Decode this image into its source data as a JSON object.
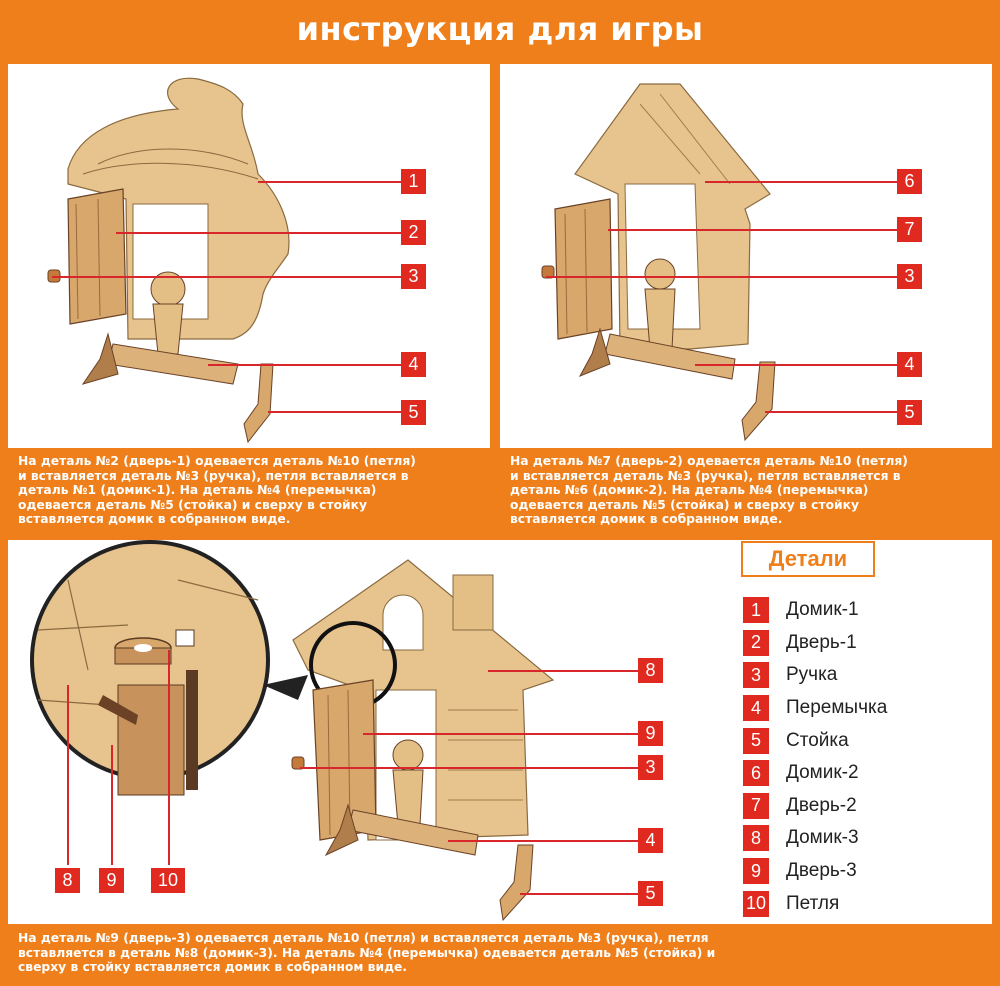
{
  "title": "инструкция для игры",
  "panel1": {
    "callouts": [
      "1",
      "2",
      "3",
      "4",
      "5"
    ],
    "description": [
      "На деталь №2 (дверь-1) одевается деталь №10 (петля)",
      "и вставляется деталь №3 (ручка), петля вставляется в",
      "деталь №1 (домик-1). На деталь №4 (перемычка)",
      "одевается деталь №5 (стойка) и сверху в стойку",
      "вставляется домик в собранном виде."
    ]
  },
  "panel2": {
    "callouts": [
      "6",
      "7",
      "3",
      "4",
      "5"
    ],
    "description": [
      "На деталь №7 (дверь-2) одевается деталь №10 (петля)",
      "и вставляется деталь №3 (ручка), петля вставляется в",
      "деталь №6 (домик-2). На деталь №4 (перемычка)",
      "одевается деталь №5 (стойка) и сверху в стойку",
      "вставляется домик в собранном виде."
    ]
  },
  "panel3": {
    "callouts": [
      "8",
      "9",
      "3",
      "4",
      "5"
    ],
    "zoom_callouts": [
      "8",
      "9",
      "10"
    ],
    "description": [
      "На деталь №9 (дверь-3) одевается деталь №10 (петля) и вставляется деталь №3 (ручка), петля",
      "вставляется в деталь №8 (домик-3). На деталь №4 (перемычка) одевается деталь №5 (стойка) и",
      "сверху в стойку вставляется домик в собранном виде."
    ]
  },
  "details": {
    "title": "Детали",
    "items": [
      {
        "num": "1",
        "name": "Домик-1"
      },
      {
        "num": "2",
        "name": "Дверь-1"
      },
      {
        "num": "3",
        "name": "Ручка"
      },
      {
        "num": "4",
        "name": "Перемычка"
      },
      {
        "num": "5",
        "name": "Стойка"
      },
      {
        "num": "6",
        "name": "Домик-2"
      },
      {
        "num": "7",
        "name": "Дверь-2"
      },
      {
        "num": "8",
        "name": "Домик-3"
      },
      {
        "num": "9",
        "name": "Дверь-3"
      },
      {
        "num": "10",
        "name": "Петля"
      }
    ]
  },
  "colors": {
    "background": "#ef7f1a",
    "callout": "#e02a20",
    "wood": "#e3bf86",
    "wood_dark": "#8a5a35"
  }
}
